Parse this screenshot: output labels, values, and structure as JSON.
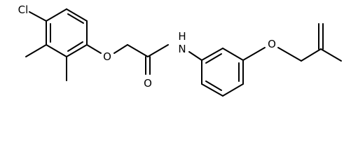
{
  "structure": {
    "atoms": {
      "cl": "Cl",
      "ether_o1": "O",
      "carbonyl_o": "O",
      "amide_n": "N",
      "amide_h": "H",
      "ether_o2": "O"
    },
    "colors": {
      "bond": "#000000",
      "label": "#000000",
      "background": "#ffffff"
    }
  }
}
